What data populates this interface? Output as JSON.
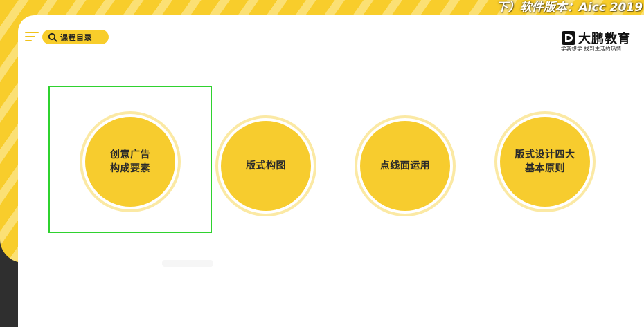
{
  "caption": "下）软件版本：Aicc 2019",
  "header": {
    "catalog_label": "课程目录"
  },
  "brand": {
    "logo_letter": "D",
    "name": "大鹏教育",
    "slogan": "学我想学 找到生活的热情"
  },
  "topics": [
    {
      "line1": "创意广告",
      "line2": "构成要素"
    },
    {
      "line1": "版式构图",
      "line2": ""
    },
    {
      "line1": "点线面运用",
      "line2": ""
    },
    {
      "line1": "版式设计四大",
      "line2": "基本原则"
    }
  ],
  "colors": {
    "accent_yellow": "#f8cd2b",
    "highlight_green": "#2fd22f",
    "card_white": "#ffffff"
  },
  "icons": {
    "menu": "menu-icon",
    "search": "search-icon",
    "logo": "brand-logo-icon"
  }
}
